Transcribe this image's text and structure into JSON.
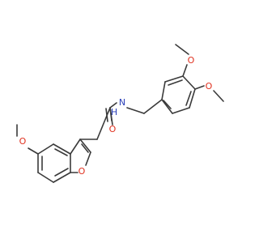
{
  "atoms": [
    {
      "id": "o_top",
      "label": "O",
      "element": "O"
    },
    {
      "id": "o_right",
      "label": "O",
      "element": "O"
    },
    {
      "id": "n_amide",
      "label": "N",
      "element": "N"
    },
    {
      "id": "h_amide",
      "label": "H",
      "element": "N"
    },
    {
      "id": "o_carbonyl",
      "label": "O",
      "element": "O"
    },
    {
      "id": "o_methoxy",
      "label": "O",
      "element": "O"
    },
    {
      "id": "o_furan",
      "label": "O",
      "element": "O"
    }
  ],
  "colors": {
    "bond": "#3a3a3a",
    "oxygen": "#e0301e",
    "nitrogen": "#2a3fb8"
  }
}
